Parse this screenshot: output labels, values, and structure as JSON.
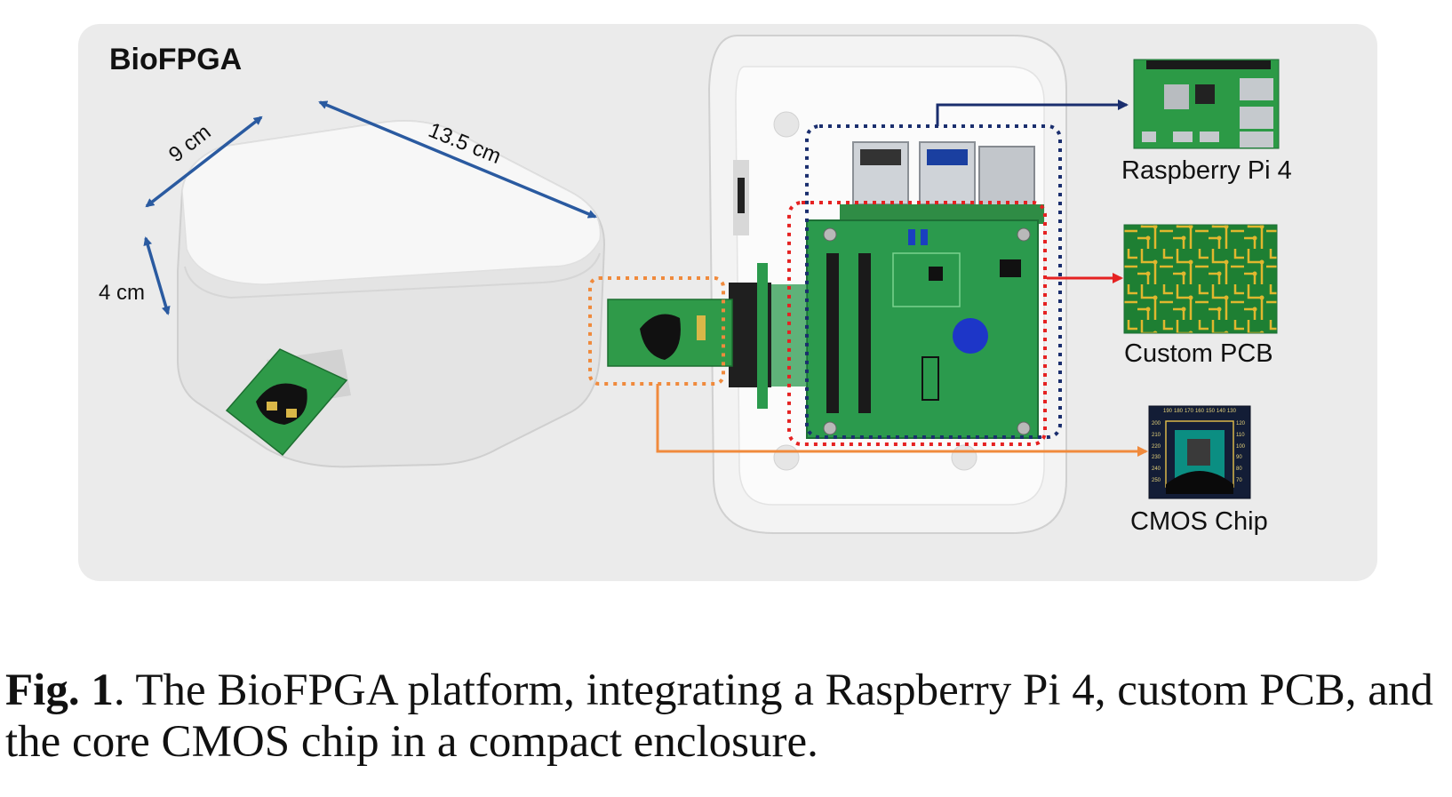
{
  "panel": {
    "title": "BioFPGA"
  },
  "dimensions": {
    "width": "9 cm",
    "length": "13.5 cm",
    "height": "4 cm"
  },
  "components": {
    "raspberry_pi": "Raspberry Pi 4",
    "custom_pcb": "Custom PCB",
    "cmos_chip": "CMOS Chip"
  },
  "chip_ticks": {
    "top": [
      "190",
      "180",
      "170",
      "160",
      "150",
      "140",
      "130"
    ],
    "left": [
      "200",
      "210",
      "220",
      "230",
      "240",
      "250"
    ],
    "right": [
      "120",
      "110",
      "100",
      "90",
      "80",
      "70"
    ]
  },
  "caption": {
    "label": "Fig. 1",
    "text": ". The BioFPGA platform, integrating a Raspberry Pi 4, custom PCB, and the core CMOS chip in a compact enclosure."
  },
  "colors": {
    "panel_bg": "#ebebeb",
    "dimension_arrow": "#2a5aa0",
    "raspberry_pi_box": "#1a2e6e",
    "custom_pcb_box": "#e52222",
    "cmos_box": "#f08a3c",
    "pcb_green": "#1f8f3a"
  }
}
